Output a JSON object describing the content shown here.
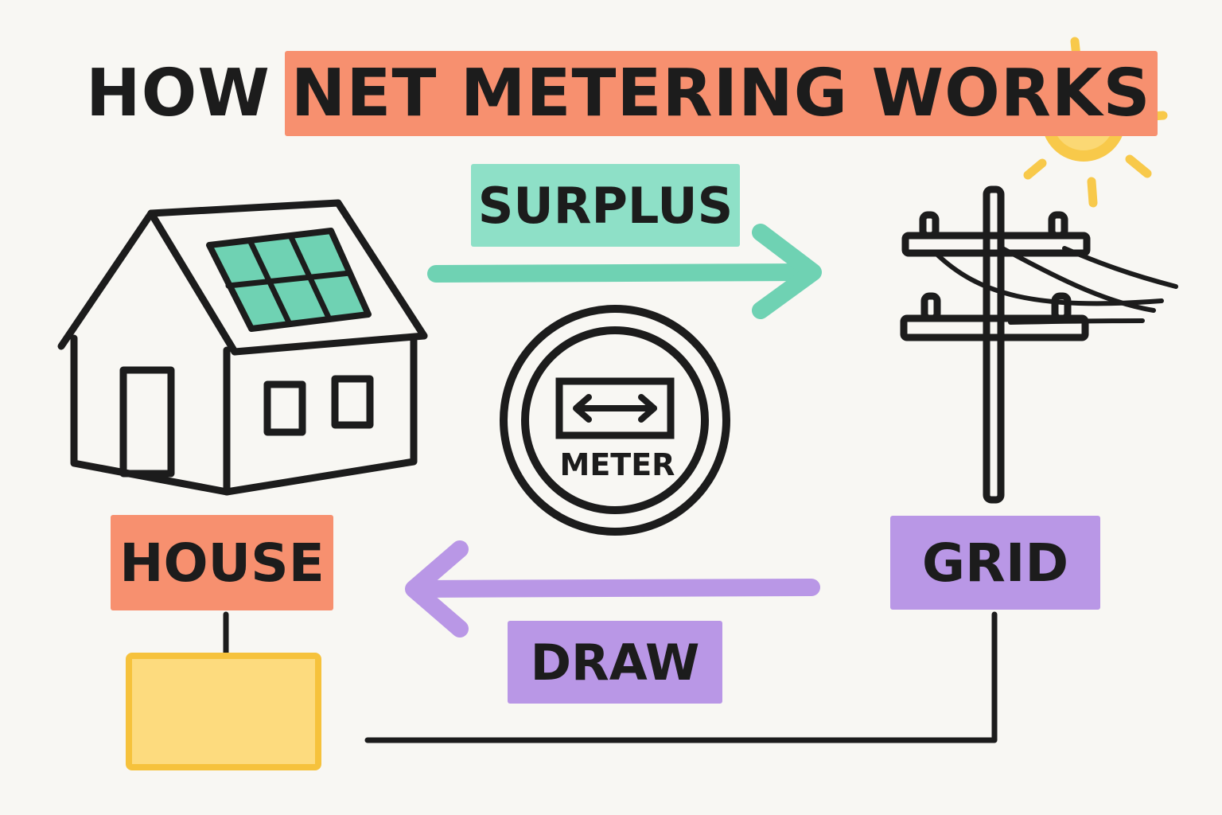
{
  "title": {
    "prefix": "HOW ",
    "highlight": "NET METERING WORKS"
  },
  "labels": {
    "surplus": "SURPLUS",
    "draw": "DRAW",
    "house": "HOUSE",
    "grid": "GRID",
    "meter": "METER"
  },
  "colors": {
    "background": "#f8f7f3",
    "ink": "#1c1c1c",
    "title_highlight": "#f7906f",
    "surplus": "#8ee0c7",
    "solar_panel": "#6fd2b3",
    "draw": "#b997e6",
    "house_tag": "#f7906f",
    "grid_tag": "#b997e6",
    "sun": "#f8c94a",
    "battery_fill": "#fddb7e",
    "battery_border": "#f6c23c"
  },
  "icons": [
    "house-icon",
    "solar-panel-icon",
    "utility-pole-icon",
    "meter-icon",
    "sun-icon",
    "battery-box"
  ]
}
